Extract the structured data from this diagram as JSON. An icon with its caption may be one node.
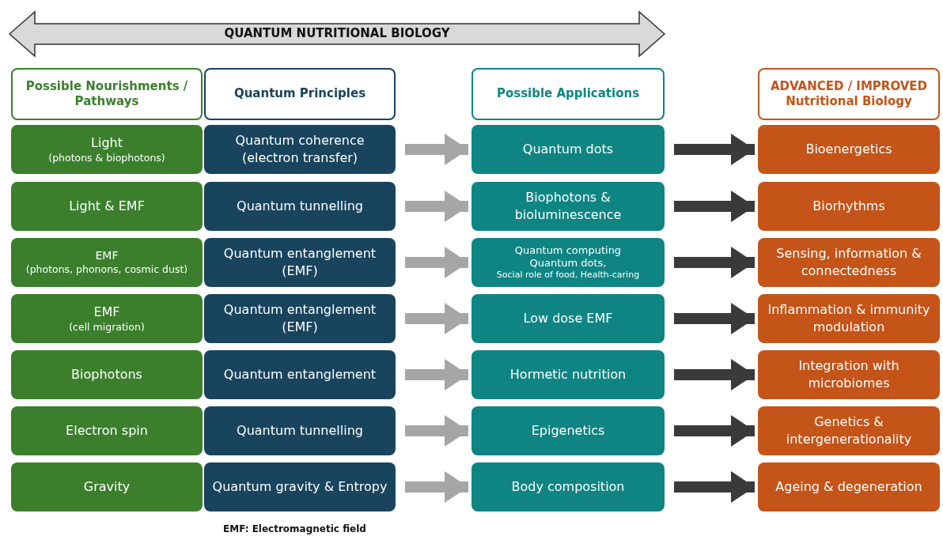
{
  "diagram": {
    "title": "QUANTUM NUTRITIONAL BIOLOGY",
    "nodes": [
      {
        "text": [
          "Possible Nourishments / Pathways"
        ]
      },
      {
        "text": [
          "Quantum Principles"
        ]
      },
      {
        "text": [
          "Possible Applications"
        ]
      },
      {
        "text": [
          "ADVANCED / IMPROVED Nutritional Biology"
        ]
      },
      {
        "text": [
          "Light",
          "(photons & biophotons)"
        ]
      },
      {
        "text": [
          "Quantum coherence (electron transfer)"
        ]
      },
      {
        "text": [
          "Quantum dots"
        ]
      },
      {
        "text": [
          "Bioenergetics"
        ]
      },
      {
        "text": [
          "Light & EMF"
        ]
      },
      {
        "text": [
          "Quantum tunnelling"
        ]
      },
      {
        "text": [
          "Biophotons & bioluminescence"
        ]
      },
      {
        "text": [
          "Biorhythms"
        ]
      },
      {
        "text": [
          "EMF",
          "(photons, phonons, cosmic dust)"
        ]
      },
      {
        "text": [
          "Quantum entanglement (EMF)"
        ]
      },
      {
        "text": [
          "Quantum computing",
          "Quantum dots,",
          "Social role of food, Health-caring"
        ]
      },
      {
        "text": [
          "Sensing, information & connectedness"
        ]
      },
      {
        "text": [
          "EMF",
          "(cell migration)"
        ]
      },
      {
        "text": [
          "Quantum entanglement (EMF)"
        ]
      },
      {
        "text": [
          "Low dose EMF"
        ]
      },
      {
        "text": [
          "Inflammation & immunity modulation"
        ]
      },
      {
        "text": [
          "Biophotons"
        ]
      },
      {
        "text": [
          "Quantum entanglement"
        ]
      },
      {
        "text": [
          "Hormetic nutrition"
        ]
      },
      {
        "text": [
          "Integration with microbiomes"
        ]
      },
      {
        "text": [
          "Electron spin"
        ]
      },
      {
        "text": [
          "Quantum tunnelling"
        ]
      },
      {
        "text": [
          "Epigenetics"
        ]
      },
      {
        "text": [
          "Genetics & intergenerationality"
        ]
      },
      {
        "text": [
          "Gravity"
        ]
      },
      {
        "text": [
          "Quantum gravity & Entropy"
        ]
      },
      {
        "text": [
          "Body composition"
        ]
      },
      {
        "text": [
          "Ageing & degeneration"
        ]
      }
    ],
    "edges": [
      {
        "from": 5,
        "to": 6,
        "arrow": "to",
        "color": "#a6a6a6"
      },
      {
        "from": 6,
        "to": 7,
        "arrow": "to",
        "color": "#3a3a3a"
      },
      {
        "from": 9,
        "to": 10,
        "arrow": "to",
        "color": "#a6a6a6"
      },
      {
        "from": 10,
        "to": 11,
        "arrow": "to",
        "color": "#3a3a3a"
      },
      {
        "from": 13,
        "to": 14,
        "arrow": "to",
        "color": "#a6a6a6"
      },
      {
        "from": 14,
        "to": 15,
        "arrow": "to",
        "color": "#3a3a3a"
      },
      {
        "from": 17,
        "to": 18,
        "arrow": "to",
        "color": "#a6a6a6"
      },
      {
        "from": 18,
        "to": 19,
        "arrow": "to",
        "color": "#3a3a3a"
      },
      {
        "from": 21,
        "to": 22,
        "arrow": "to",
        "color": "#a6a6a6"
      },
      {
        "from": 22,
        "to": 23,
        "arrow": "to",
        "color": "#3a3a3a"
      },
      {
        "from": 25,
        "to": 26,
        "arrow": "to",
        "color": "#a6a6a6"
      },
      {
        "from": 26,
        "to": 27,
        "arrow": "to",
        "color": "#3a3a3a"
      },
      {
        "from": 29,
        "to": 30,
        "arrow": "to",
        "color": "#a6a6a6"
      },
      {
        "from": 30,
        "to": 31,
        "arrow": "to",
        "color": "#3a3a3a"
      }
    ],
    "labels": [
      "EMF: Electromagnetic field"
    ]
  }
}
